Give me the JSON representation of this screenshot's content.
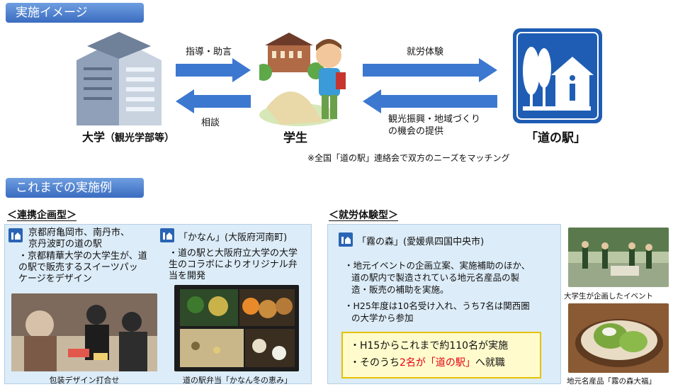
{
  "section1": {
    "header": "実施イメージ",
    "university_label": "大学",
    "university_sub": "（観光学部等）",
    "student_label": "学生",
    "station_label": "「道の駅」",
    "arrow_guidance": "指導・助言",
    "arrow_consult": "相談",
    "arrow_work": "就労体験",
    "arrow_tourism_line1": "観光振興・地域づくり",
    "arrow_tourism_line2": "の機会の提供",
    "note": "※全国「道の駅」連絡会で双方のニーズをマッチング"
  },
  "section2": {
    "header": "これまでの実施例",
    "left_title": "＜連携企画型＞",
    "right_title": "＜就労体験型＞",
    "case1": {
      "line1": "京都府亀岡市、南丹市、",
      "line2": "京丹波町の道の駅",
      "desc1": "・京都精華大学の大学生が、道",
      "desc2": "の駅で販売するスイーツパッ",
      "desc3": "ケージをデザイン",
      "caption": "包装デザイン打合せ"
    },
    "case2": {
      "title": "「かなん」(大阪府河南町)",
      "desc1": "・道の駅と大阪府立大学の大学",
      "desc2": "生のコラボによりオリジナル弁",
      "desc3": "当を開発",
      "caption": "道の駅弁当「かなん冬の恵み」"
    },
    "case3": {
      "title": "「霧の森」(愛媛県四国中央市)",
      "desc1": "・地元イベントの企画立案、実施補助のほか、",
      "desc2": "道の駅内で製造されている地元名産品の製",
      "desc3": "造・販売の補助を実施。",
      "desc4": "・H25年度は10名受け入れ、うち7名は関西圏",
      "desc5": "の大学から参加",
      "highlight1": "・H15からこれまで約110名が実施",
      "highlight2_pre": "・そのうち",
      "highlight2_red": "2名が「道の駅」",
      "highlight2_post": "へ就職",
      "caption_event": "大学生が企画したイベント",
      "caption_product": "地元名産品「霧の森大福」"
    }
  },
  "colors": {
    "accent_blue": "#2a64b4",
    "arrow_blue": "#3d78d0",
    "panel_bg": "#dcecf8",
    "highlight_bg": "#fffbcc",
    "red": "#e60012"
  }
}
